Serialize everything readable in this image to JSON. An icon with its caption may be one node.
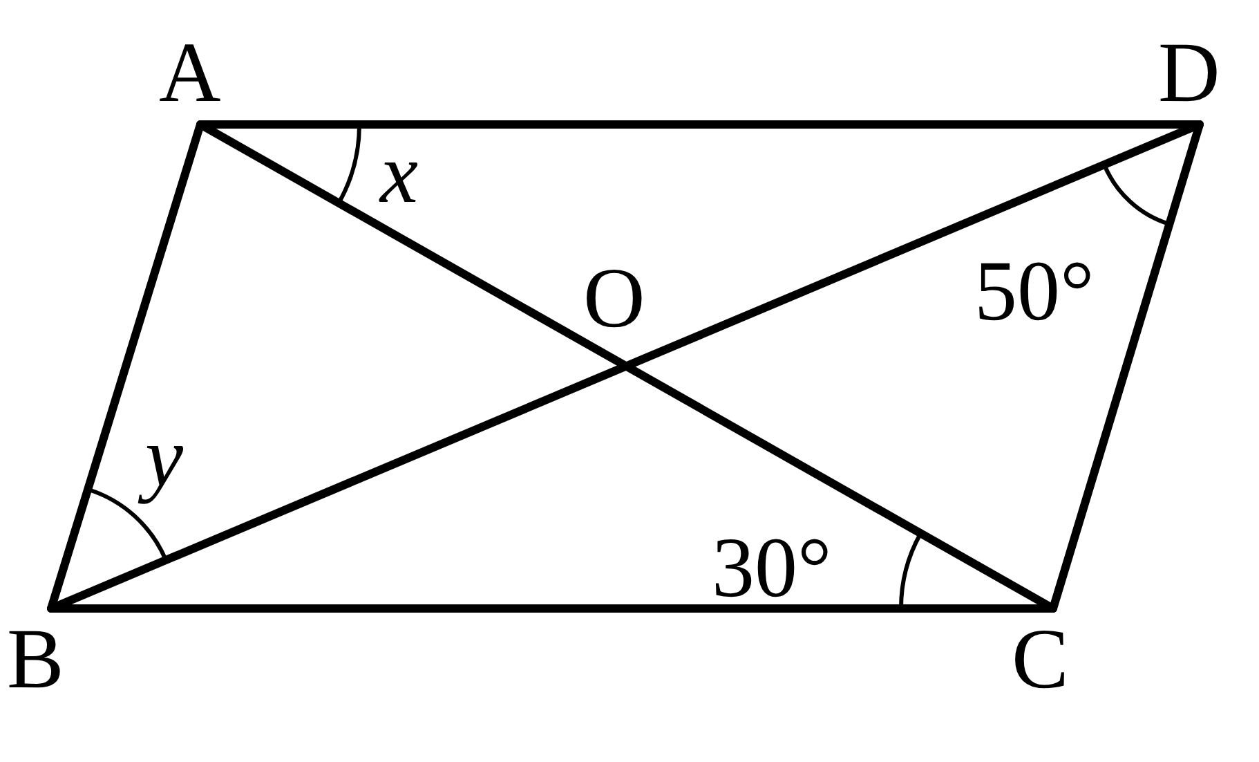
{
  "diagram": {
    "nodes": [
      {
        "text": [
          "A"
        ]
      },
      {
        "text": [
          "D"
        ]
      },
      {
        "text": [
          "B"
        ]
      },
      {
        "text": [
          "C"
        ]
      }
    ],
    "edges": [
      {
        "from": 0,
        "to": 1,
        "arrow": "none"
      },
      {
        "from": 0,
        "to": 2,
        "arrow": "none"
      },
      {
        "from": 2,
        "to": 3,
        "arrow": "none"
      },
      {
        "from": 1,
        "to": 3,
        "arrow": "none"
      },
      {
        "from": 0,
        "to": 3,
        "arrow": "none"
      },
      {
        "from": 2,
        "to": 1,
        "arrow": "none"
      }
    ],
    "labels": [
      "O",
      "x",
      "50°",
      "y",
      "30°"
    ]
  }
}
